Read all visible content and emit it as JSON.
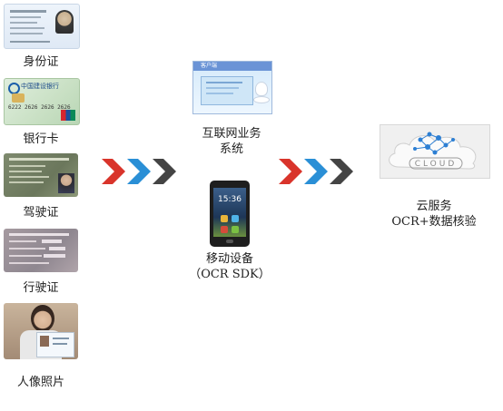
{
  "left_items": [
    {
      "label": "身份证"
    },
    {
      "label": "银行卡"
    },
    {
      "label": "驾驶证"
    },
    {
      "label": "行驶证"
    },
    {
      "label": "人像照片"
    }
  ],
  "web_system": {
    "label_line1": "互联网业务",
    "label_line2": "系统",
    "header_text": "客户端"
  },
  "mobile": {
    "label_line1": "移动设备",
    "label_line2": "（OCR SDK）",
    "clock": "15:36"
  },
  "cloud": {
    "label_line1": "云服务",
    "label_line2": "OCR+数据核验",
    "logo_text": "CLOUD"
  },
  "bank_card_text": {
    "bank_name": "中国建设银行",
    "number": "6222 2626 2626 2626"
  },
  "colors": {
    "arrow_red": "#d9342b",
    "arrow_blue": "#2a8fd6",
    "arrow_dark": "#444444",
    "cloud_blue": "#2d7fd3"
  }
}
